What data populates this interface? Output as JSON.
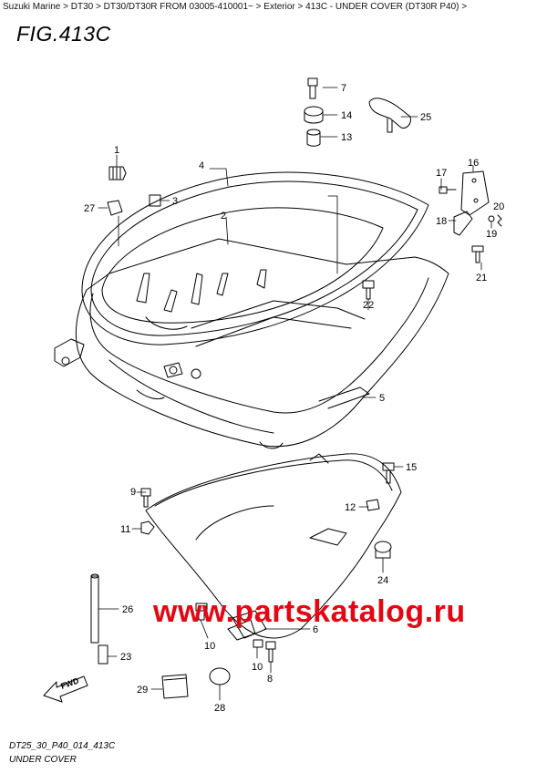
{
  "breadcrumb": {
    "items": [
      "Suzuki Marine",
      "DT30",
      "DT30/DT30R FROM 03005-410001~",
      "Exterior",
      "413C - UNDER COVER (DT30R P40)"
    ],
    "separator": ">"
  },
  "figure": {
    "title": "FIG.413C",
    "code": "DT25_30_P40_014_413C",
    "name": "UNDER COVER"
  },
  "watermark": "www.partskatalog.ru",
  "arrow_label": "FWD",
  "parts": [
    "1",
    "2",
    "3",
    "4",
    "5",
    "6",
    "7",
    "8",
    "9",
    "10",
    "11",
    "12",
    "13",
    "14",
    "15",
    "16",
    "17",
    "18",
    "19",
    "20",
    "21",
    "22",
    "23",
    "24",
    "25",
    "26",
    "27",
    "28",
    "29"
  ]
}
